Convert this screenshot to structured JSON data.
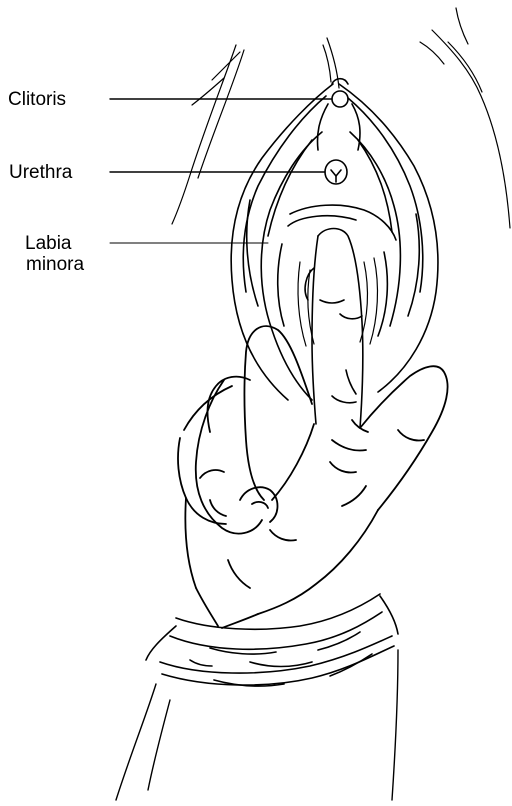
{
  "labels": {
    "clitoris": "Clitoris",
    "urethra": "Urethra",
    "labia_line1": "Labia",
    "labia_line2": "minora"
  },
  "colors": {
    "ink": "#000000",
    "background": "#ffffff"
  }
}
